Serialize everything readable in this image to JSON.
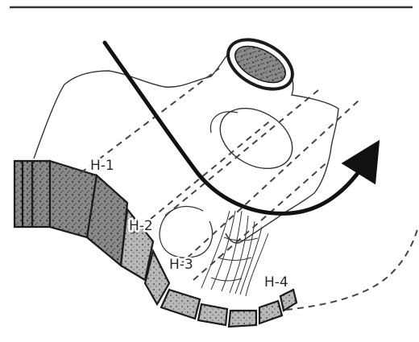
{
  "labels": {
    "h1": "H-1",
    "h2": "H-2",
    "h3": "H-3",
    "h4": "H-4"
  },
  "icons": {
    "arrow": "curved-arrow-icon"
  },
  "colors": {
    "ink": "#1a1a1a",
    "line": "#444444",
    "background": "#ffffff"
  }
}
